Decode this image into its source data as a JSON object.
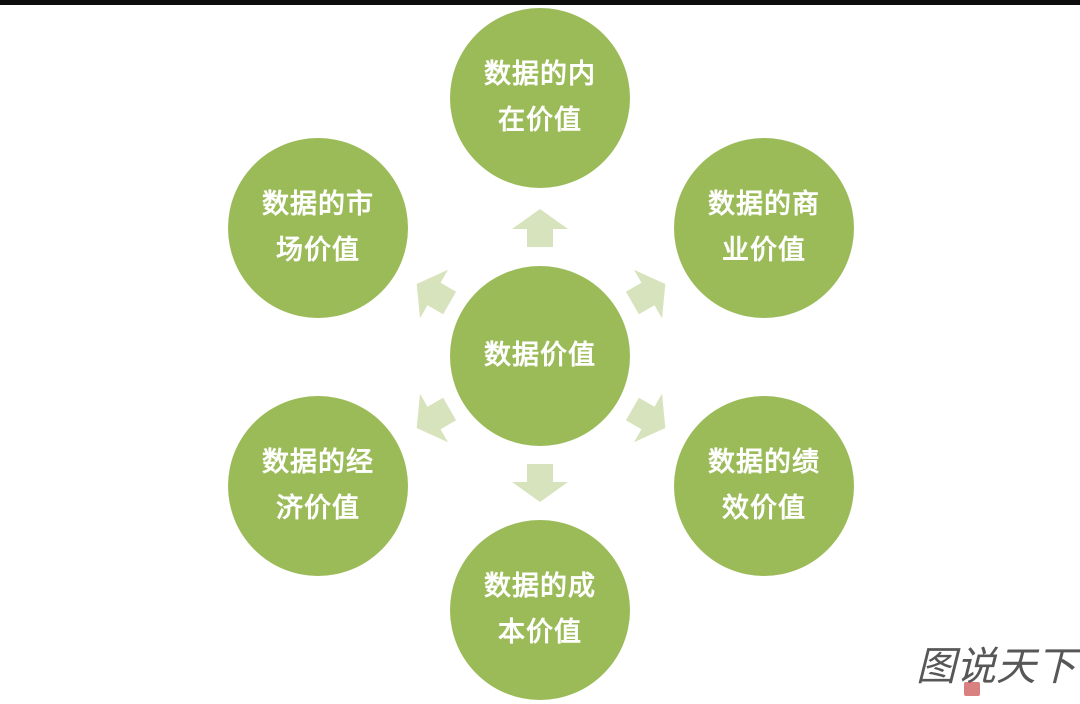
{
  "diagram": {
    "center": {
      "lines": [
        "数据价值"
      ]
    },
    "nodes": [
      {
        "id": "intrinsic",
        "lines": [
          "数据的内",
          "在价值"
        ]
      },
      {
        "id": "business",
        "lines": [
          "数据的商",
          "业价值"
        ]
      },
      {
        "id": "performance",
        "lines": [
          "数据的绩",
          "效价值"
        ]
      },
      {
        "id": "cost",
        "lines": [
          "数据的成",
          "本价值"
        ]
      },
      {
        "id": "economic",
        "lines": [
          "数据的经",
          "济价值"
        ]
      },
      {
        "id": "market",
        "lines": [
          "数据的市",
          "场价值"
        ]
      }
    ]
  },
  "watermark": {
    "text": "图说天下"
  },
  "colors": {
    "circle": "#9bbb59",
    "arrow": "#d6e3bc",
    "text": "#ffffff",
    "top_bar": "#0d0d0d"
  }
}
